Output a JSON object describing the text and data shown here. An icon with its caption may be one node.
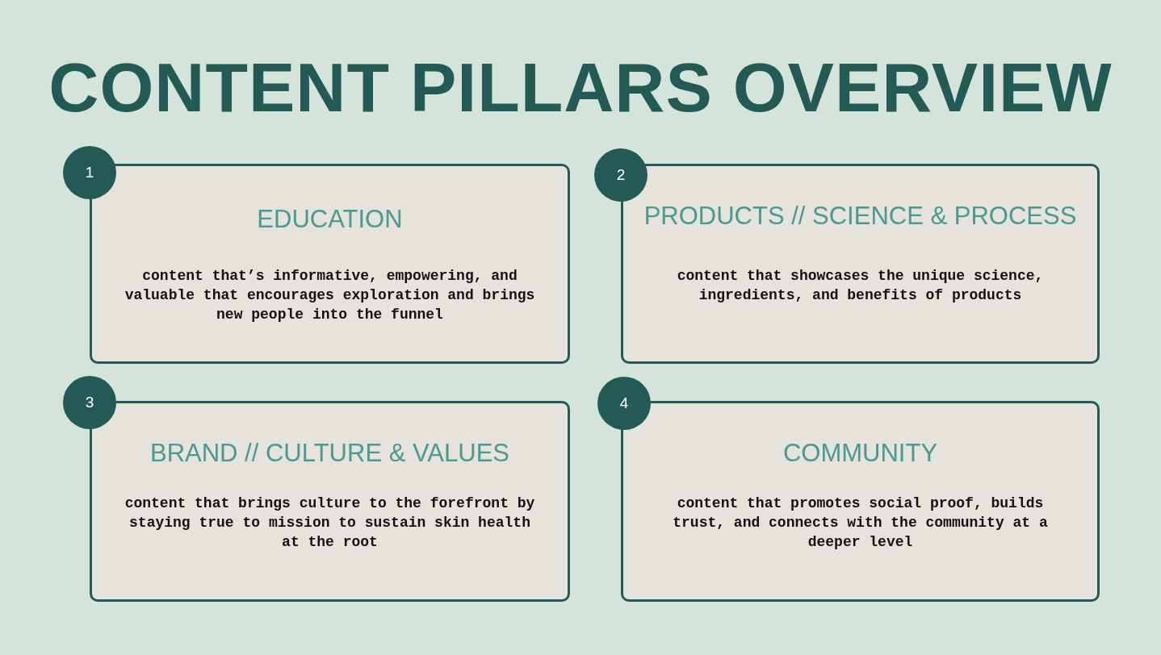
{
  "diagram": {
    "title": "CONTENT PILLARS OVERVIEW",
    "nodes": [
      {
        "text": [
          "1"
        ]
      },
      {
        "text": [
          "EDUCATION",
          "content that’s informative, empowering, and valuable that encourages exploration and brings new people into the funnel"
        ]
      },
      {
        "text": [
          "2"
        ]
      },
      {
        "text": [
          "PRODUCTS // SCIENCE & PROCESS",
          "content that showcases the unique science, ingredients, and benefits of products"
        ]
      },
      {
        "text": [
          "3"
        ]
      },
      {
        "text": [
          "BRAND // CULTURE & VALUES",
          "content that brings culture to the forefront by staying true to mission to sustain skin health at the root"
        ]
      },
      {
        "text": [
          "4"
        ]
      },
      {
        "text": [
          "COMMUNITY",
          "content that promotes social proof, builds trust, and connects with the community at a deeper level"
        ]
      }
    ],
    "edges": []
  }
}
